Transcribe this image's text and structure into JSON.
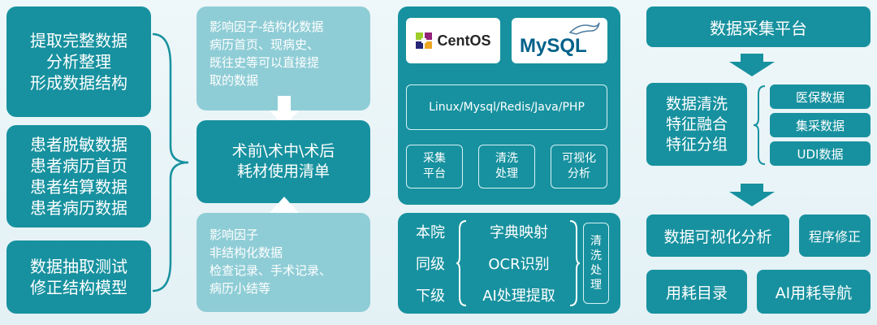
{
  "column1": {
    "box1": "提取完整数据\n分析整理\n形成数据结构",
    "box2": "患者脱敏数据\n患者病历首页\n患者结算数据\n患者病历数据",
    "box3": "数据抽取测试\n修正结构模型"
  },
  "column2": {
    "top": "影响因子-结构化数据\n病历首页、现病史、\n既往史等可以直接提\n取的数据",
    "middle": "术前\\术中\\术后\n耗材使用清单",
    "bottom": "影响因子\n非结构化数据\n检查记录、手术记录、\n病历小结等"
  },
  "column3": {
    "logo_centos": "CentOS",
    "logo_mysql": "MySQL",
    "stack": "Linux/Mysql/Redis/Java/PHP",
    "module1": "采集\n平台",
    "module2": "清洗\n处理",
    "module3": "可视化\n分析",
    "levels": [
      "本院",
      "同级",
      "下级"
    ],
    "methods": [
      "字典映射",
      "OCR识别",
      "AI处理提取"
    ],
    "clean_label": "清\n洗\n处\n理"
  },
  "column4": {
    "platform": "数据采集平台",
    "process": "数据清洗\n特征融合\n特征分组",
    "sources": [
      "医保数据",
      "集采数据",
      "UDI数据"
    ],
    "visual": "数据可视化分析",
    "fix": "程序修正",
    "catalog": "用耗目录",
    "nav": "AI用耗导航"
  },
  "colors": {
    "teal": "#17919f",
    "light_teal": "#8fcdd6",
    "background": "#e8f4f7"
  }
}
